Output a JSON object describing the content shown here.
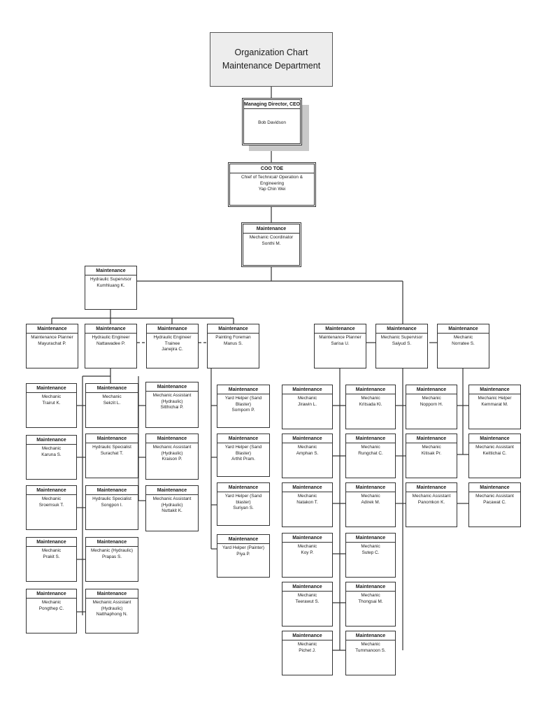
{
  "title": {
    "line1": "Organization Chart",
    "line2": "Maintenance Department"
  },
  "ceo": {
    "header": "Managing Director, CEO",
    "name": "Bob Davidson"
  },
  "coo": {
    "header": "COO TOE",
    "role": "Chief of Technical/ Operation & Engineering",
    "name": "Yap Chin Wei"
  },
  "coordinator": {
    "header": "Maintenance",
    "role": "Mechanic Coordinator",
    "name": "Sonthi M."
  },
  "hydraulic_supervisor": {
    "header": "Maintenance",
    "role": "Hydraulic Supervisor",
    "name": "Kumhluang K."
  },
  "level3_left": [
    {
      "header": "Maintenance",
      "role": "Maintenance Planner",
      "name": "Mayurachat P."
    },
    {
      "header": "Maintenance",
      "role": "Hydraulic Engineer",
      "name": "Nattawadee P."
    },
    {
      "header": "Maintenance",
      "role": "Hydraulic Engineer Trainee",
      "name": "Janejira C."
    },
    {
      "header": "Maintenance",
      "role": "Painting Foreman",
      "name": "Manus S."
    }
  ],
  "level3_right": [
    {
      "header": "Maintenance",
      "role": "Maintenance Planner",
      "name": "Sarisa U."
    },
    {
      "header": "Maintenance",
      "role": "Mechanic Supervisor",
      "name": "Saiyud S."
    },
    {
      "header": "Maintenance",
      "role": "Mechanic",
      "name": "Norratee S."
    }
  ],
  "col_a": [
    {
      "header": "Maintenance",
      "role": "Mechanic",
      "name": "Trairut K."
    },
    {
      "header": "Maintenance",
      "role": "Mechanic",
      "name": "Karuna S."
    },
    {
      "header": "Maintenance",
      "role": "Mechanic",
      "name": "Sroemsuk T."
    },
    {
      "header": "Maintenance",
      "role": "Mechanic",
      "name": "Prakit S."
    },
    {
      "header": "Maintenance",
      "role": "Mechanic",
      "name": "Pongthep C."
    }
  ],
  "col_b": [
    {
      "header": "Maintenance",
      "role": "Mechanic",
      "name": "Sekzit L."
    },
    {
      "header": "Maintenance",
      "role": "Hydraulic Specialist",
      "name": "Surachat T."
    },
    {
      "header": "Maintenance",
      "role": "Hydraulic Specialist",
      "name": "Songpon I."
    },
    {
      "header": "Maintenance",
      "role": "Mechanic (Hydraulic)",
      "name": "Prapas S."
    },
    {
      "header": "Maintenance",
      "role": "Mechanic Assistant (Hydraulic)",
      "name": "Natthaphong N."
    }
  ],
  "col_c": [
    {
      "header": "Maintenance",
      "role": "Mechanic Assistant (Hydraulic)",
      "name": "Sitthichai P."
    },
    {
      "header": "Maintenance",
      "role": "Mechanic Assistant (Hydraulic)",
      "name": "Kraison P."
    },
    {
      "header": "Maintenance",
      "role": "Mechanic Assistant (Hydraulic)",
      "name": "Nuttakit K."
    }
  ],
  "col_d": [
    {
      "header": "Maintenance",
      "role": "Yard Helper (Sand Blaster)",
      "name": "Somporn P."
    },
    {
      "header": "Maintenance",
      "role": "Yard Helper (Sand Blaster)",
      "name": "Arthit Pram."
    },
    {
      "header": "Maintenance",
      "role": "Yard Helper (Sand blaster)",
      "name": "Suriyan S."
    },
    {
      "header": "Maintenance",
      "role": "Yard Helper (Painter)",
      "name": "Piya P."
    }
  ],
  "col_e": [
    {
      "header": "Maintenance",
      "role": "Mechanic",
      "name": "Jirawin L."
    },
    {
      "header": "Maintenance",
      "role": "Mechanic",
      "name": "Amphan S."
    },
    {
      "header": "Maintenance",
      "role": "Mechanic",
      "name": "Natakon T."
    },
    {
      "header": "Maintenance",
      "role": "Mechanic",
      "name": "Koy P."
    },
    {
      "header": "Maintenance",
      "role": "Mechanic",
      "name": "Teerawut S."
    },
    {
      "header": "Maintenance",
      "role": "Mechanic",
      "name": "Pichet J."
    }
  ],
  "col_f": [
    {
      "header": "Maintenance",
      "role": "Mechanic",
      "name": "Kritsada Kl."
    },
    {
      "header": "Maintenance",
      "role": "Mechanic",
      "name": "Rungchat C."
    },
    {
      "header": "Maintenance",
      "role": "Mechanic",
      "name": "Adirek M."
    },
    {
      "header": "Maintenance",
      "role": "Mechanic",
      "name": "Sutep C."
    },
    {
      "header": "Maintenance",
      "role": "Mechanic",
      "name": "Thongsai M."
    },
    {
      "header": "Maintenance",
      "role": "Mechanic",
      "name": "Tummanoon S."
    }
  ],
  "col_g": [
    {
      "header": "Maintenance",
      "role": "Mechanic",
      "name": "Nopporn H."
    },
    {
      "header": "Maintenance",
      "role": "Mechanic",
      "name": "Kitisak Pr."
    },
    {
      "header": "Maintenance",
      "role": "Mechanic Assistant",
      "name": "Panomkon K."
    }
  ],
  "col_h": [
    {
      "header": "Maintenance",
      "role": "Mechanic Helper",
      "name": "Kemmarat M."
    },
    {
      "header": "Maintenance",
      "role": "Mechanic Assistant",
      "name": "Keittichai C."
    },
    {
      "header": "Maintenance",
      "role": "Mechanic Assistant",
      "name": "Pacawat C."
    }
  ]
}
